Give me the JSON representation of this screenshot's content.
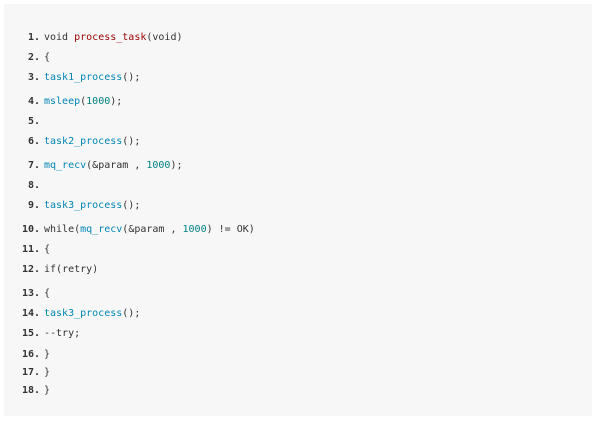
{
  "code": {
    "lines": [
      {
        "n": "1.",
        "tokens": [
          {
            "t": "void ",
            "c": "kw"
          },
          {
            "t": "process_task",
            "c": "fn-def"
          },
          {
            "t": "(void)",
            "c": "plain"
          }
        ]
      },
      {
        "n": "2.",
        "tokens": [
          {
            "t": "{",
            "c": "plain"
          }
        ]
      },
      {
        "n": "3.",
        "tokens": [
          {
            "t": "task1_process",
            "c": "fn"
          },
          {
            "t": "();",
            "c": "plain"
          }
        ]
      },
      {
        "n": "4.",
        "tokens": [
          {
            "t": "msleep",
            "c": "fn"
          },
          {
            "t": "(",
            "c": "plain"
          },
          {
            "t": "1000",
            "c": "num"
          },
          {
            "t": ");",
            "c": "plain"
          }
        ]
      },
      {
        "n": "5.",
        "tokens": []
      },
      {
        "n": "6.",
        "tokens": [
          {
            "t": "task2_process",
            "c": "fn"
          },
          {
            "t": "();",
            "c": "plain"
          }
        ]
      },
      {
        "n": "7.",
        "tokens": [
          {
            "t": "mq_recv",
            "c": "fn"
          },
          {
            "t": "(&param , ",
            "c": "plain"
          },
          {
            "t": "1000",
            "c": "num"
          },
          {
            "t": ");",
            "c": "plain"
          }
        ]
      },
      {
        "n": "8.",
        "tokens": []
      },
      {
        "n": "9.",
        "tokens": [
          {
            "t": "task3_process",
            "c": "fn"
          },
          {
            "t": "();",
            "c": "plain"
          }
        ]
      },
      {
        "n": "10.",
        "tokens": [
          {
            "t": "while",
            "c": "kw"
          },
          {
            "t": "(",
            "c": "plain"
          },
          {
            "t": "mq_recv",
            "c": "fn"
          },
          {
            "t": "(&param , ",
            "c": "plain"
          },
          {
            "t": "1000",
            "c": "num"
          },
          {
            "t": ") != OK)",
            "c": "plain"
          }
        ]
      },
      {
        "n": "11.",
        "tokens": [
          {
            "t": "{",
            "c": "plain"
          }
        ]
      },
      {
        "n": "12.",
        "tokens": [
          {
            "t": "if",
            "c": "kw"
          },
          {
            "t": "(retry)",
            "c": "plain"
          }
        ]
      },
      {
        "n": "13.",
        "tokens": [
          {
            "t": "{",
            "c": "plain"
          }
        ]
      },
      {
        "n": "14.",
        "tokens": [
          {
            "t": "task3_process",
            "c": "fn"
          },
          {
            "t": "();",
            "c": "plain"
          }
        ]
      },
      {
        "n": "15.",
        "tokens": [
          {
            "t": "--try;",
            "c": "plain"
          }
        ]
      },
      {
        "n": "16.",
        "tokens": [
          {
            "t": "}",
            "c": "plain"
          }
        ]
      },
      {
        "n": "17.",
        "tokens": [
          {
            "t": "}",
            "c": "plain"
          }
        ]
      },
      {
        "n": "18.",
        "tokens": [
          {
            "t": "}",
            "c": "plain"
          }
        ]
      }
    ]
  }
}
